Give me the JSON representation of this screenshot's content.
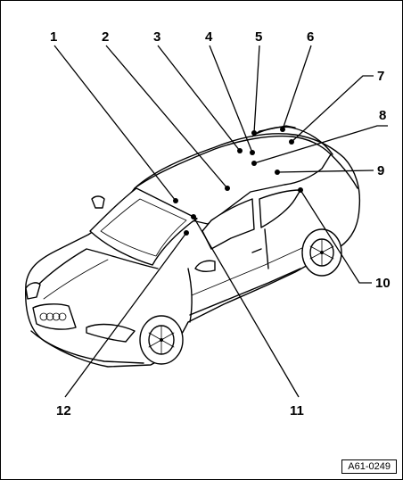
{
  "callouts": [
    {
      "id": "1",
      "label": "1"
    },
    {
      "id": "2",
      "label": "2"
    },
    {
      "id": "3",
      "label": "3"
    },
    {
      "id": "4",
      "label": "4"
    },
    {
      "id": "5",
      "label": "5"
    },
    {
      "id": "6",
      "label": "6"
    },
    {
      "id": "7",
      "label": "7"
    },
    {
      "id": "8",
      "label": "8"
    },
    {
      "id": "9",
      "label": "9"
    },
    {
      "id": "10",
      "label": "10"
    },
    {
      "id": "11",
      "label": "11"
    },
    {
      "id": "12",
      "label": "12"
    }
  ],
  "reference": "A61-0249"
}
